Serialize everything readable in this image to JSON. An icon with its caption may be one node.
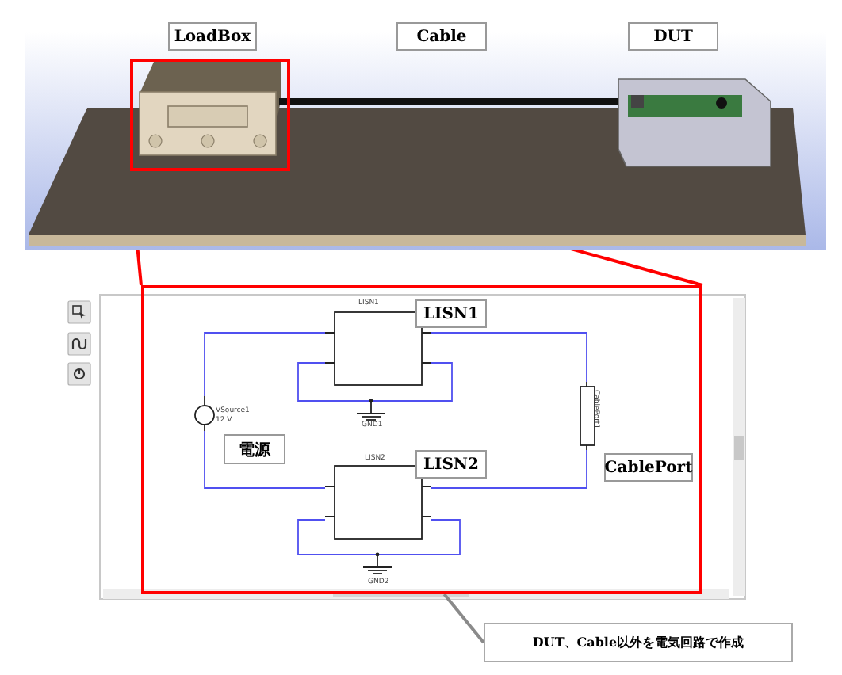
{
  "diagram": {
    "nodes": [
      {
        "text": [
          "LoadBox"
        ]
      },
      {
        "text": [
          "Cable"
        ]
      },
      {
        "text": [
          "DUT"
        ]
      },
      {
        "text": [],
        "shape": "picture"
      },
      {
        "text": [],
        "shape": "box",
        "in": 3
      },
      {
        "text": [],
        "shape": "box"
      },
      {
        "text": [
          "LISN1"
        ],
        "in": 5
      },
      {
        "text": [
          "電源"
        ],
        "in": 5
      },
      {
        "text": [
          "LISN2"
        ],
        "in": 5
      },
      {
        "text": [
          "CablePort"
        ],
        "in": 5
      },
      {
        "text": [
          "DUT、Cable以外を電気回路で作成"
        ]
      }
    ],
    "edges": [
      {
        "from": 4,
        "to": 5,
        "arrow": "none",
        "color": "#ff0000"
      },
      {
        "from": 4,
        "to": 5,
        "arrow": "none",
        "color": "#ff0000"
      },
      {
        "from": 10,
        "to": 5,
        "arrow": "none",
        "color": "#8a8a8a"
      }
    ],
    "labels": [
      "LISN1",
      "VSource1",
      "12 V",
      "GND1",
      "LISN2",
      "GND2",
      "CablePort1"
    ]
  }
}
